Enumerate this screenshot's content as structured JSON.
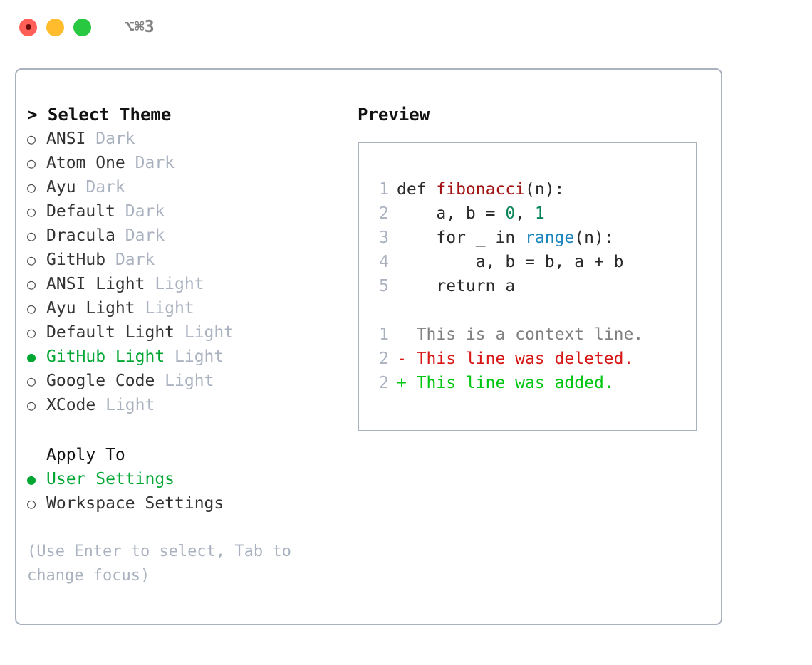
{
  "window": {
    "title": "⌥⌘3",
    "traffic_lights": [
      {
        "name": "close",
        "color": "#ff5f57"
      },
      {
        "name": "minimize",
        "color": "#ffbd2e"
      },
      {
        "name": "maximize",
        "color": "#28c840"
      }
    ]
  },
  "theme_list": {
    "header": "> Select Theme",
    "items": [
      {
        "bullet": "○",
        "name": "ANSI",
        "tag": " Dark",
        "selected": false
      },
      {
        "bullet": "○",
        "name": "Atom One",
        "tag": " Dark",
        "selected": false
      },
      {
        "bullet": "○",
        "name": "Ayu",
        "tag": " Dark",
        "selected": false
      },
      {
        "bullet": "○",
        "name": "Default",
        "tag": " Dark",
        "selected": false
      },
      {
        "bullet": "○",
        "name": "Dracula",
        "tag": " Dark",
        "selected": false
      },
      {
        "bullet": "○",
        "name": "GitHub",
        "tag": " Dark",
        "selected": false
      },
      {
        "bullet": "○",
        "name": "ANSI Light",
        "tag": " Light",
        "selected": false
      },
      {
        "bullet": "○",
        "name": "Ayu Light",
        "tag": " Light",
        "selected": false
      },
      {
        "bullet": "○",
        "name": "Default Light",
        "tag": " Light",
        "selected": false
      },
      {
        "bullet": "●",
        "name": "GitHub Light",
        "tag": " Light",
        "selected": true
      },
      {
        "bullet": "○",
        "name": "Google Code",
        "tag": " Light",
        "selected": false
      },
      {
        "bullet": "○",
        "name": "XCode",
        "tag": " Light",
        "selected": false
      }
    ]
  },
  "apply_to": {
    "header": "Apply To",
    "items": [
      {
        "bullet": "●",
        "name": "User Settings",
        "selected": true
      },
      {
        "bullet": "○",
        "name": "Workspace Settings",
        "selected": false
      }
    ]
  },
  "hint": "(Use Enter to select, Tab to change focus)",
  "preview": {
    "title": "Preview",
    "code_lines": [
      {
        "no": "1",
        "tokens": [
          {
            "t": "def ",
            "c": "plain"
          },
          {
            "t": "fibonacci",
            "c": "fn"
          },
          {
            "t": "(n):",
            "c": "plain"
          }
        ]
      },
      {
        "no": "2",
        "tokens": [
          {
            "t": "    a, b = ",
            "c": "plain"
          },
          {
            "t": "0",
            "c": "num"
          },
          {
            "t": ", ",
            "c": "plain"
          },
          {
            "t": "1",
            "c": "num"
          }
        ]
      },
      {
        "no": "3",
        "tokens": [
          {
            "t": "    for _ in ",
            "c": "plain"
          },
          {
            "t": "range",
            "c": "call"
          },
          {
            "t": "(n):",
            "c": "plain"
          }
        ]
      },
      {
        "no": "4",
        "tokens": [
          {
            "t": "        a, b = b, a + b",
            "c": "plain"
          }
        ]
      },
      {
        "no": "5",
        "tokens": [
          {
            "t": "    return a",
            "c": "plain"
          }
        ]
      }
    ],
    "diff_lines": [
      {
        "no": "1",
        "marker": "  ",
        "text": "This is a context line.",
        "kind": "ctx"
      },
      {
        "no": "2",
        "marker": "- ",
        "text": "This line was deleted.",
        "kind": "del"
      },
      {
        "no": "2",
        "marker": "+ ",
        "text": "This line was added.",
        "kind": "add"
      }
    ]
  },
  "colors": {
    "accent_green": "#00a632",
    "border": "#aab2c0",
    "muted": "#aab2c0",
    "diff_add": "#00c613",
    "diff_del": "#d71616",
    "code_fn": "#a31515",
    "code_num": "#098658",
    "code_call": "#1a84bd"
  }
}
